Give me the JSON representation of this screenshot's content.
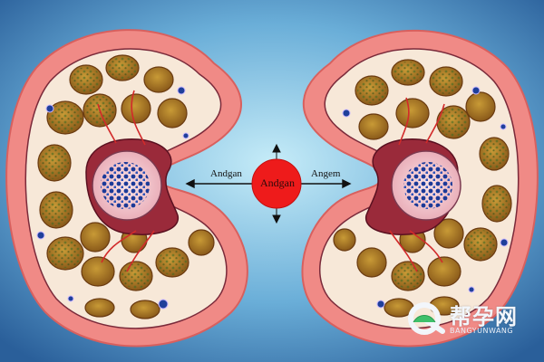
{
  "labels": {
    "left": "Andgan",
    "center": "Andgan",
    "right": "Angem"
  },
  "watermark": {
    "chinese": "帮孕网",
    "english": "BANGYUNWANG"
  },
  "colors": {
    "background_center": "#bfe6f6",
    "background_edge": "#2a5f9a",
    "capsule": "#f08a86",
    "cortex": "#f7e8d8",
    "lobule": "#b8862a",
    "lobule_dot": "#3f7a2a",
    "medulla": "#9a2a3a",
    "core": "#f2c8cf",
    "core_blue": "#1f3f9a",
    "center_disc": "#ee1b1b"
  }
}
